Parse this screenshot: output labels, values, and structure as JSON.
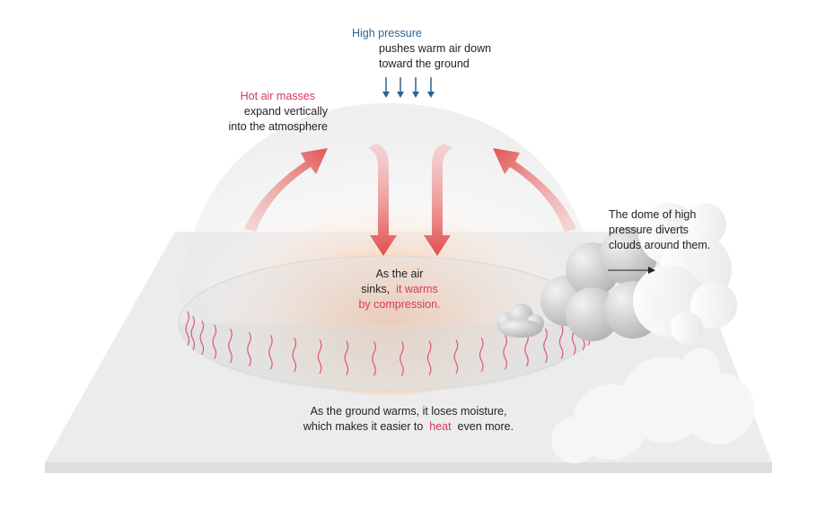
{
  "labels": {
    "high_pressure": {
      "title": "High pressure",
      "line1": "pushes warm air down",
      "line2": "toward the ground"
    },
    "hot_air": {
      "title": "Hot air masses",
      "line1": "expand vertically",
      "line2": "into the atmosphere"
    },
    "dome": {
      "line1": "The dome of high",
      "line2": "pressure diverts",
      "line3": "clouds around them."
    },
    "sinks": {
      "line1": "As the air",
      "line2a": "sinks,",
      "line2b": "it warms",
      "line3": "by compression."
    },
    "ground": {
      "line1": "As the ground warms, it loses moisture,",
      "line2a": "which makes it easier to",
      "line2b": "heat",
      "line2c": "even more."
    }
  },
  "colors": {
    "accent_red": "#d7385a",
    "accent_blue": "#2a6496",
    "arrow_red": "#e05a5a",
    "ground": "#ebebeb",
    "ground_edge": "#dcdcdc"
  },
  "icons": [
    "down-arrow-icon",
    "curved-arrow-icon",
    "cloud-icon",
    "heat-wave-icon",
    "right-arrow-icon"
  ]
}
